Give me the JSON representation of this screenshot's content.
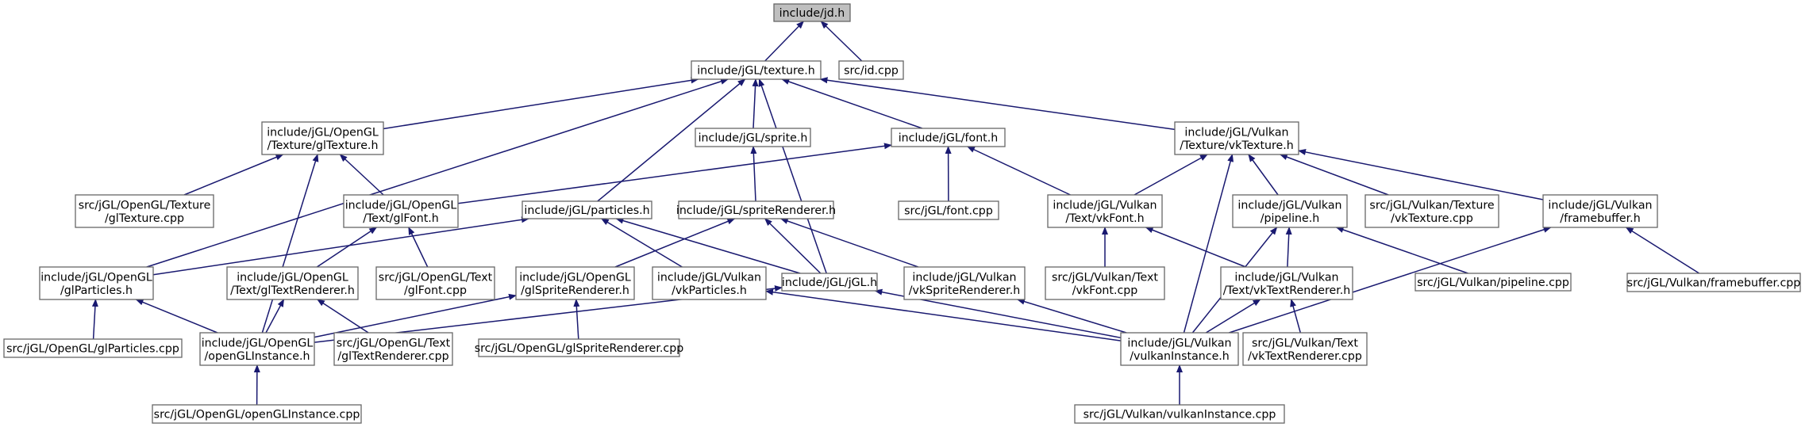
{
  "colors": {
    "background": "#ffffff",
    "root_fill": "#bfbfbf",
    "node_fill": "#ffffff",
    "node_border": "#666666",
    "edge": "#191970",
    "text": "#000000"
  },
  "nodes": [
    {
      "id": "id_h",
      "lines": [
        "include/jd.h"
      ],
      "root": true
    },
    {
      "id": "texture_h",
      "lines": [
        "include/jGL/texture.h"
      ]
    },
    {
      "id": "id_cpp",
      "lines": [
        "src/id.cpp"
      ]
    },
    {
      "id": "gltexture_h",
      "lines": [
        "include/jGL/OpenGL",
        "/Texture/glTexture.h"
      ]
    },
    {
      "id": "sprite_h",
      "lines": [
        "include/jGL/sprite.h"
      ]
    },
    {
      "id": "font_h",
      "lines": [
        "include/jGL/font.h"
      ]
    },
    {
      "id": "vktexture_h",
      "lines": [
        "include/jGL/Vulkan",
        "/Texture/vkTexture.h"
      ]
    },
    {
      "id": "gltexture_cpp",
      "lines": [
        "src/jGL/OpenGL/Texture",
        "/glTexture.cpp"
      ]
    },
    {
      "id": "glfont_h",
      "lines": [
        "include/jGL/OpenGL",
        "/Text/glFont.h"
      ]
    },
    {
      "id": "particles_h",
      "lines": [
        "include/jGL/particles.h"
      ]
    },
    {
      "id": "spriterenderer_h",
      "lines": [
        "include/jGL/spriteRenderer.h"
      ]
    },
    {
      "id": "font_cpp",
      "lines": [
        "src/jGL/font.cpp"
      ]
    },
    {
      "id": "vkfont_h",
      "lines": [
        "include/jGL/Vulkan",
        "/Text/vkFont.h"
      ]
    },
    {
      "id": "pipeline_h",
      "lines": [
        "include/jGL/Vulkan",
        "/pipeline.h"
      ]
    },
    {
      "id": "vktexture_cpp",
      "lines": [
        "src/jGL/Vulkan/Texture",
        "/vkTexture.cpp"
      ]
    },
    {
      "id": "framebuffer_h",
      "lines": [
        "include/jGL/Vulkan",
        "/framebuffer.h"
      ]
    },
    {
      "id": "glparticles_h",
      "lines": [
        "include/jGL/OpenGL",
        "/glParticles.h"
      ]
    },
    {
      "id": "gltextrenderer_h",
      "lines": [
        "include/jGL/OpenGL",
        "/Text/glTextRenderer.h"
      ]
    },
    {
      "id": "glfont_cpp",
      "lines": [
        "src/jGL/OpenGL/Text",
        "/glFont.cpp"
      ]
    },
    {
      "id": "glspriterenderer_h",
      "lines": [
        "include/jGL/OpenGL",
        "/glSpriteRenderer.h"
      ]
    },
    {
      "id": "vkparticles_h",
      "lines": [
        "include/jGL/Vulkan",
        "/vkParticles.h"
      ]
    },
    {
      "id": "jgl_h",
      "lines": [
        "include/jGL/jGL.h"
      ]
    },
    {
      "id": "vkspriterenderer_h",
      "lines": [
        "include/jGL/Vulkan",
        "/vkSpriteRenderer.h"
      ]
    },
    {
      "id": "vkfont_cpp",
      "lines": [
        "src/jGL/Vulkan/Text",
        "/vkFont.cpp"
      ]
    },
    {
      "id": "vktextrenderer_h",
      "lines": [
        "include/jGL/Vulkan",
        "/Text/vkTextRenderer.h"
      ]
    },
    {
      "id": "pipeline_cpp",
      "lines": [
        "src/jGL/Vulkan/pipeline.cpp"
      ]
    },
    {
      "id": "framebuffer_cpp",
      "lines": [
        "src/jGL/Vulkan/framebuffer.cpp"
      ]
    },
    {
      "id": "glparticles_cpp",
      "lines": [
        "src/jGL/OpenGL/glParticles.cpp"
      ]
    },
    {
      "id": "openglinstance_h",
      "lines": [
        "include/jGL/OpenGL",
        "/openGLInstance.h"
      ]
    },
    {
      "id": "gltextrenderer_cpp",
      "lines": [
        "src/jGL/OpenGL/Text",
        "/glTextRenderer.cpp"
      ]
    },
    {
      "id": "glspriterenderer_cpp",
      "lines": [
        "src/jGL/OpenGL/glSpriteRenderer.cpp"
      ]
    },
    {
      "id": "vulkaninstance_h",
      "lines": [
        "include/jGL/Vulkan",
        "/vulkanInstance.h"
      ]
    },
    {
      "id": "vktextrenderer_cpp",
      "lines": [
        "src/jGL/Vulkan/Text",
        "/vkTextRenderer.cpp"
      ]
    },
    {
      "id": "openglinstance_cpp",
      "lines": [
        "src/jGL/OpenGL/openGLInstance.cpp"
      ]
    },
    {
      "id": "vulkaninstance_cpp",
      "lines": [
        "src/jGL/Vulkan/vulkanInstance.cpp"
      ]
    }
  ],
  "edges": [
    {
      "from": "texture_h",
      "to": "id_h"
    },
    {
      "from": "id_cpp",
      "to": "id_h"
    },
    {
      "from": "gltexture_h",
      "to": "texture_h"
    },
    {
      "from": "sprite_h",
      "to": "texture_h"
    },
    {
      "from": "font_h",
      "to": "texture_h"
    },
    {
      "from": "vktexture_h",
      "to": "texture_h"
    },
    {
      "from": "particles_h",
      "to": "texture_h"
    },
    {
      "from": "jgl_h",
      "to": "texture_h"
    },
    {
      "from": "glparticles_h",
      "to": "texture_h"
    },
    {
      "from": "gltexture_cpp",
      "to": "gltexture_h"
    },
    {
      "from": "glfont_h",
      "to": "gltexture_h"
    },
    {
      "from": "openglinstance_h",
      "to": "gltexture_h"
    },
    {
      "from": "spriterenderer_h",
      "to": "sprite_h"
    },
    {
      "from": "glfont_h",
      "to": "font_h"
    },
    {
      "from": "font_cpp",
      "to": "font_h"
    },
    {
      "from": "vkfont_h",
      "to": "font_h"
    },
    {
      "from": "vkfont_h",
      "to": "vktexture_h"
    },
    {
      "from": "pipeline_h",
      "to": "vktexture_h"
    },
    {
      "from": "vktexture_cpp",
      "to": "vktexture_h"
    },
    {
      "from": "framebuffer_h",
      "to": "vktexture_h"
    },
    {
      "from": "vulkaninstance_h",
      "to": "vktexture_h"
    },
    {
      "from": "gltextrenderer_h",
      "to": "glfont_h"
    },
    {
      "from": "glfont_cpp",
      "to": "glfont_h"
    },
    {
      "from": "glparticles_h",
      "to": "particles_h"
    },
    {
      "from": "vkparticles_h",
      "to": "particles_h"
    },
    {
      "from": "jgl_h",
      "to": "particles_h"
    },
    {
      "from": "glspriterenderer_h",
      "to": "spriterenderer_h"
    },
    {
      "from": "jgl_h",
      "to": "spriterenderer_h"
    },
    {
      "from": "vkspriterenderer_h",
      "to": "spriterenderer_h"
    },
    {
      "from": "vkfont_cpp",
      "to": "vkfont_h"
    },
    {
      "from": "vktextrenderer_h",
      "to": "vkfont_h"
    },
    {
      "from": "vktextrenderer_h",
      "to": "pipeline_h"
    },
    {
      "from": "pipeline_cpp",
      "to": "pipeline_h"
    },
    {
      "from": "vulkaninstance_h",
      "to": "pipeline_h"
    },
    {
      "from": "vulkaninstance_h",
      "to": "framebuffer_h"
    },
    {
      "from": "framebuffer_cpp",
      "to": "framebuffer_h"
    },
    {
      "from": "glparticles_cpp",
      "to": "glparticles_h"
    },
    {
      "from": "openglinstance_h",
      "to": "glparticles_h"
    },
    {
      "from": "openglinstance_h",
      "to": "gltextrenderer_h"
    },
    {
      "from": "gltextrenderer_cpp",
      "to": "gltextrenderer_h"
    },
    {
      "from": "openglinstance_h",
      "to": "glspriterenderer_h"
    },
    {
      "from": "glspriterenderer_cpp",
      "to": "glspriterenderer_h"
    },
    {
      "from": "vulkaninstance_h",
      "to": "vkparticles_h"
    },
    {
      "from": "openglinstance_h",
      "to": "jgl_h"
    },
    {
      "from": "vulkaninstance_h",
      "to": "jgl_h"
    },
    {
      "from": "vulkaninstance_h",
      "to": "vkspriterenderer_h"
    },
    {
      "from": "vulkaninstance_h",
      "to": "vktextrenderer_h"
    },
    {
      "from": "vktextrenderer_cpp",
      "to": "vktextrenderer_h"
    },
    {
      "from": "openglinstance_cpp",
      "to": "openglinstance_h"
    },
    {
      "from": "vulkaninstance_cpp",
      "to": "vulkaninstance_h"
    }
  ]
}
